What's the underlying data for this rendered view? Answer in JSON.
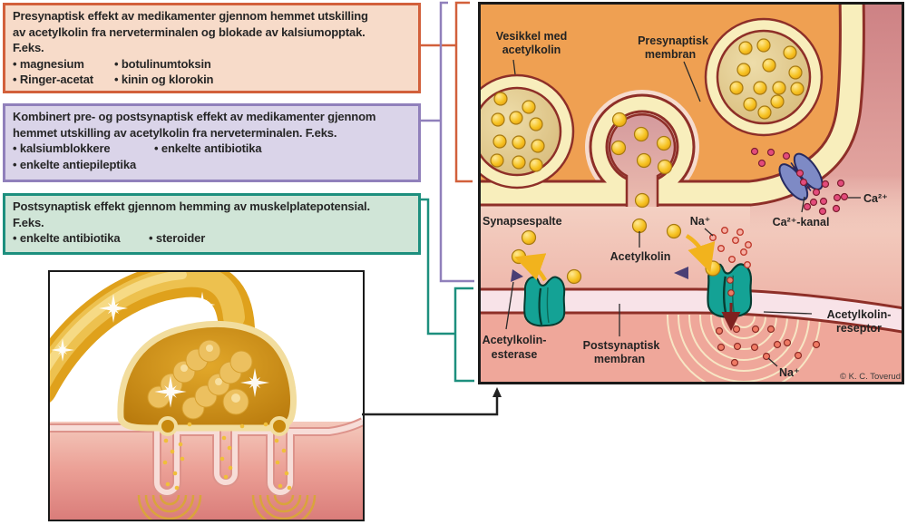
{
  "boxes": [
    {
      "lines": [
        "Presynaptisk effekt av medikamenter gjennom hemmet utskilling",
        "av acetylkolin fra nerveterminalen og blokade av kalsiumopptak.",
        "F.eks."
      ],
      "bullets": [
        [
          "• magnesium",
          "• botulinumtoksin"
        ],
        [
          "• Ringer-acetat",
          "• kinin og klorokin"
        ]
      ]
    },
    {
      "lines": [
        "Kombinert pre- og postsynaptisk effekt av medikamenter gjennom",
        "hemmet utskilling av acetylkolin fra nerveterminalen. F.eks."
      ],
      "bullets": [
        [
          "• kalsiumblokkere",
          "• enkelte antibiotika"
        ],
        [
          "• enkelte antiepileptika",
          ""
        ]
      ]
    },
    {
      "lines": [
        "Postsynaptisk effekt gjennom hemming av muskelplatepotensial.",
        "F.eks."
      ],
      "bullets": [
        [
          "• enkelte antibiotika",
          "• steroider"
        ]
      ]
    }
  ],
  "diagram": {
    "labels": {
      "vesicle_1": "Vesikkel med",
      "vesicle_2": "acetylkolin",
      "presyn_1": "Presynaptisk",
      "presyn_2": "membran",
      "cleft": "Synapsespalte",
      "ach": "Acetylkolin",
      "na_upper": "Na⁺",
      "ca_channel": "Ca²⁺-kanal",
      "ca_ion": "Ca²⁺",
      "esterase_1": "Acetylkolin-",
      "esterase_2": "esterase",
      "postsyn_1": "Postsynaptisk",
      "postsyn_2": "membran",
      "receptor_1": "Acetylkolin-",
      "receptor_2": "reseptor",
      "na_lower": "Na⁺",
      "credit": "© K. C. Toverud"
    },
    "colors": {
      "box1_border": "#d2603b",
      "box1_bg": "#f7dbc9",
      "box2_border": "#9080bb",
      "box2_bg": "#dad4e9",
      "box3_border": "#1d8f7e",
      "box3_bg": "#d0e5d7",
      "terminal_orange": "#efa052",
      "membrane_cream": "#f8eebc",
      "outline_maroon": "#8e2f28",
      "vesicle_ball_yellow": "#f6c322",
      "receptor_teal": "#14a295",
      "ca_channel_blue": "#7e8ac5",
      "cleft_pink": "#f2c9bc",
      "muscle_pink": "#efa79a",
      "exterior_rose": "#cd8184",
      "ion_crimson": "#e34b7c",
      "ion_orange": "#ef7a64"
    }
  }
}
